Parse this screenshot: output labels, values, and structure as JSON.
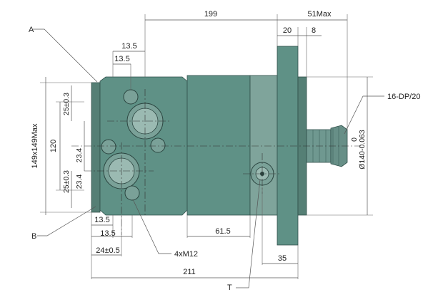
{
  "drawing": {
    "dimensions": {
      "overall_length": "199",
      "shaft_extension": "51Max",
      "flange_thickness": "20",
      "pilot_length": "8",
      "top_offset_1": "13.5",
      "top_offset_2": "13.5",
      "flange_size": "149x149Max",
      "port_pitch": "120",
      "port_a_offset": "25±0.3",
      "port_b_offset": "25±0.3",
      "upper_centre": "23.4",
      "lower_centre": "23.4",
      "shaft_spline": "16-DP/20",
      "pilot_diameter": "Ø140-0.063",
      "pilot_zero": "0",
      "bottom_offset_1": "13.5",
      "bottom_offset_2": "13.5",
      "port_depth": "24±0.5",
      "bolt_pattern": "4xM12",
      "drain_position": "61.5",
      "drain_to_flange": "35",
      "total_length": "211"
    },
    "callouts": {
      "port_a": "A",
      "port_b": "B",
      "drain_port": "T"
    },
    "colors": {
      "body": "#5f9186",
      "shaft": "#6f9890"
    }
  }
}
